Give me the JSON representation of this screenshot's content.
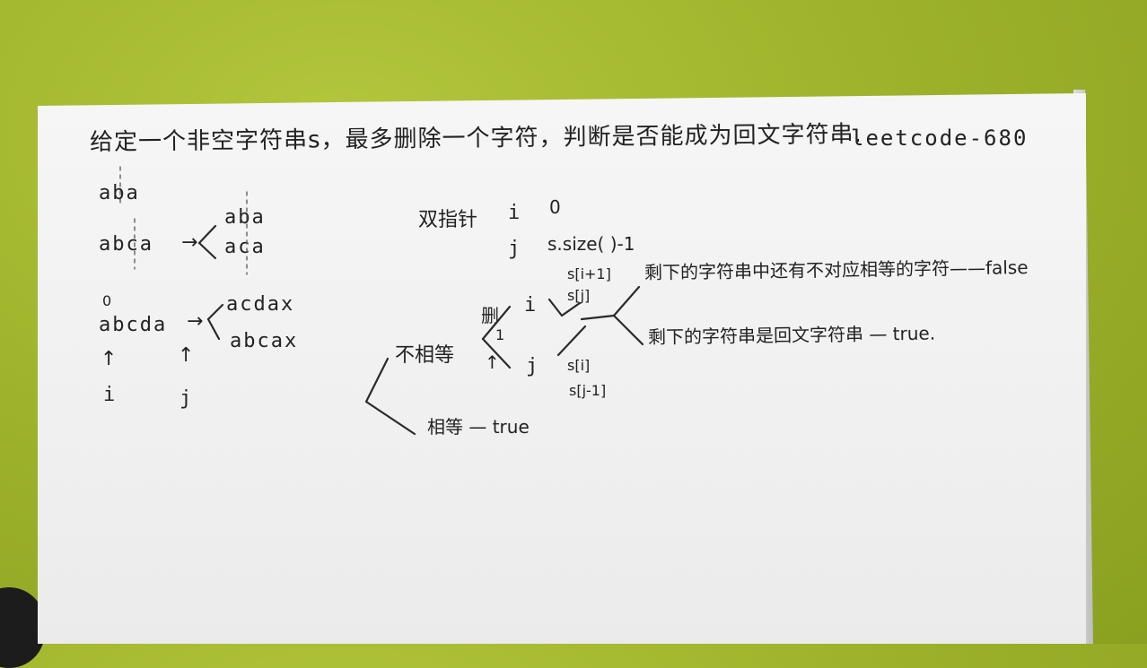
{
  "problem": {
    "title": "给定一个非空字符串s，最多删除一个字符，判断是否能成为回文字符串.",
    "source": "leetcode-680"
  },
  "examples": {
    "ex1": "aba",
    "ex2": "abca",
    "ex2_branch_top": "aba",
    "ex2_branch_bottom": "aca",
    "arrow": "→",
    "ex3_index": "0",
    "ex3": "abcda",
    "ex3_branch_top": "acdax",
    "ex3_branch_bottom": "abcax",
    "ptr_up": "↑",
    "ptr_i": "i",
    "ptr_j": "j"
  },
  "algorithm": {
    "two_pointers_label": "双指针",
    "i_label": "i",
    "i_init": "0",
    "j_label": "j",
    "j_init": "s.size( )-1",
    "not_equal": "不相等",
    "delete_label": "删",
    "del_i": "i",
    "del_j": "j",
    "tick": "1",
    "up_arrow": "↑",
    "s_i_plus": "s[i+1]",
    "s_j": "s[j]",
    "s_i": "s[i]",
    "s_j_minus": "s[j-1]",
    "result_false": "剩下的字符串中还有不对应相等的字符——false",
    "result_true": "剩下的字符串是回文字符串 — true.",
    "equal": "相等 — true"
  }
}
